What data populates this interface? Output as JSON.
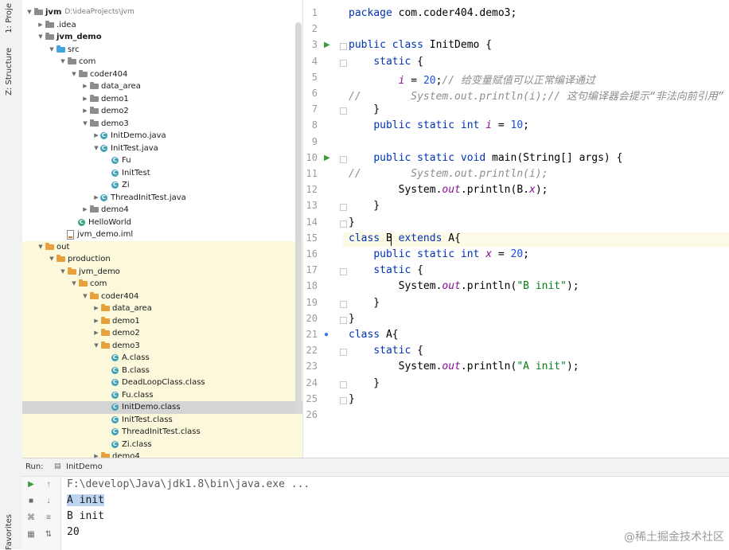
{
  "side_tabs": {
    "project": "1: Proje",
    "structure": "Z: Structure",
    "favorites": "Favorites"
  },
  "tree": [
    {
      "label": "jvm",
      "hint": "D:\\ideaProjects\\jvm",
      "indent": 0,
      "arrow": "down",
      "icon": "folder-gray",
      "bold": true
    },
    {
      "label": ".idea",
      "indent": 1,
      "arrow": "right",
      "icon": "folder-gray"
    },
    {
      "label": "jvm_demo",
      "indent": 1,
      "arrow": "down",
      "icon": "folder-gray",
      "bold": true
    },
    {
      "label": "src",
      "indent": 2,
      "arrow": "down",
      "icon": "folder-blue"
    },
    {
      "label": "com",
      "indent": 3,
      "arrow": "down",
      "icon": "folder-gray"
    },
    {
      "label": "coder404",
      "indent": 4,
      "arrow": "down",
      "icon": "folder-gray"
    },
    {
      "label": "data_area",
      "indent": 5,
      "arrow": "right",
      "icon": "folder-gray"
    },
    {
      "label": "demo1",
      "indent": 5,
      "arrow": "right",
      "icon": "folder-gray"
    },
    {
      "label": "demo2",
      "indent": 5,
      "arrow": "right",
      "icon": "folder-gray"
    },
    {
      "label": "demo3",
      "indent": 5,
      "arrow": "down",
      "icon": "folder-gray"
    },
    {
      "label": "InitDemo.java",
      "indent": 6,
      "arrow": "right",
      "icon": "class"
    },
    {
      "label": "InitTest.java",
      "indent": 6,
      "arrow": "down",
      "icon": "class"
    },
    {
      "label": "Fu",
      "indent": 7,
      "arrow": "",
      "icon": "class"
    },
    {
      "label": "InitTest",
      "indent": 7,
      "arrow": "",
      "icon": "class"
    },
    {
      "label": "Zi",
      "indent": 7,
      "arrow": "",
      "icon": "class"
    },
    {
      "label": "ThreadInitTest.java",
      "indent": 6,
      "arrow": "right",
      "icon": "class"
    },
    {
      "label": "demo4",
      "indent": 5,
      "arrow": "right",
      "icon": "folder-gray"
    },
    {
      "label": "HelloWorld",
      "indent": 4,
      "arrow": "",
      "icon": "class-green"
    },
    {
      "label": "jvm_demo.iml",
      "indent": 3,
      "arrow": "",
      "icon": "file"
    },
    {
      "label": "out",
      "indent": 1,
      "arrow": "down",
      "icon": "folder-orange",
      "out": true
    },
    {
      "label": "production",
      "indent": 2,
      "arrow": "down",
      "icon": "folder-orange",
      "out": true
    },
    {
      "label": "jvm_demo",
      "indent": 3,
      "arrow": "down",
      "icon": "folder-orange",
      "out": true
    },
    {
      "label": "com",
      "indent": 4,
      "arrow": "down",
      "icon": "folder-orange",
      "out": true
    },
    {
      "label": "coder404",
      "indent": 5,
      "arrow": "down",
      "icon": "folder-orange",
      "out": true
    },
    {
      "label": "data_area",
      "indent": 6,
      "arrow": "right",
      "icon": "folder-orange",
      "out": true
    },
    {
      "label": "demo1",
      "indent": 6,
      "arrow": "right",
      "icon": "folder-orange",
      "out": true
    },
    {
      "label": "demo2",
      "indent": 6,
      "arrow": "right",
      "icon": "folder-orange",
      "out": true
    },
    {
      "label": "demo3",
      "indent": 6,
      "arrow": "down",
      "icon": "folder-orange",
      "out": true
    },
    {
      "label": "A.class",
      "indent": 7,
      "arrow": "",
      "icon": "class",
      "out": true
    },
    {
      "label": "B.class",
      "indent": 7,
      "arrow": "",
      "icon": "class",
      "out": true
    },
    {
      "label": "DeadLoopClass.class",
      "indent": 7,
      "arrow": "",
      "icon": "class",
      "out": true
    },
    {
      "label": "Fu.class",
      "indent": 7,
      "arrow": "",
      "icon": "class",
      "out": true
    },
    {
      "label": "InitDemo.class",
      "indent": 7,
      "arrow": "",
      "icon": "class",
      "out": true,
      "selected": true
    },
    {
      "label": "InitTest.class",
      "indent": 7,
      "arrow": "",
      "icon": "class",
      "out": true
    },
    {
      "label": "ThreadInitTest.class",
      "indent": 7,
      "arrow": "",
      "icon": "class",
      "out": true
    },
    {
      "label": "Zi.class",
      "indent": 7,
      "arrow": "",
      "icon": "class",
      "out": true
    },
    {
      "label": "demo4",
      "indent": 6,
      "arrow": "right",
      "icon": "folder-orange",
      "out": true
    }
  ],
  "code": [
    {
      "n": "1",
      "t": [
        [
          "kw",
          "package "
        ],
        [
          "",
          "com.coder404.demo3;"
        ]
      ]
    },
    {
      "n": "2",
      "t": []
    },
    {
      "n": "3",
      "run": true,
      "t": [
        [
          "kw",
          "public class "
        ],
        [
          "",
          "InitDemo {"
        ]
      ]
    },
    {
      "n": "4",
      "t": [
        [
          "",
          "    "
        ],
        [
          "kw",
          "static "
        ],
        [
          "",
          "{"
        ]
      ]
    },
    {
      "n": "5",
      "t": [
        [
          "",
          "        "
        ],
        [
          "field",
          "i"
        ],
        [
          "",
          " = "
        ],
        [
          "num",
          "20"
        ],
        [
          "",
          ";"
        ],
        [
          "comment",
          "// 给变量赋值可以正常编译通过"
        ]
      ]
    },
    {
      "n": "6",
      "t": [
        [
          "comment",
          "//        System.out.println(i);// 这句编译器会提示“非法向前引用”"
        ]
      ]
    },
    {
      "n": "7",
      "t": [
        [
          "",
          "    }"
        ]
      ]
    },
    {
      "n": "8",
      "t": [
        [
          "",
          "    "
        ],
        [
          "kw",
          "public static int "
        ],
        [
          "field",
          "i"
        ],
        [
          "",
          " = "
        ],
        [
          "num",
          "10"
        ],
        [
          "",
          ";"
        ]
      ]
    },
    {
      "n": "9",
      "t": []
    },
    {
      "n": "10",
      "run": true,
      "t": [
        [
          "",
          "    "
        ],
        [
          "kw",
          "public static void "
        ],
        [
          "",
          "main(String[] args) {"
        ]
      ]
    },
    {
      "n": "11",
      "t": [
        [
          "comment",
          "//        System.out.println(i);"
        ]
      ]
    },
    {
      "n": "12",
      "t": [
        [
          "",
          "        System."
        ],
        [
          "field",
          "out"
        ],
        [
          "",
          ".println(B."
        ],
        [
          "field",
          "x"
        ],
        [
          "",
          ");"
        ]
      ]
    },
    {
      "n": "13",
      "t": [
        [
          "",
          "    }"
        ]
      ]
    },
    {
      "n": "14",
      "t": [
        [
          "",
          "}"
        ]
      ]
    },
    {
      "n": "15",
      "t": [
        [
          "kw",
          "class "
        ],
        [
          "",
          "B "
        ],
        [
          "kw",
          "extends "
        ],
        [
          "",
          "A{"
        ]
      ]
    },
    {
      "n": "16",
      "t": [
        [
          "",
          "    "
        ],
        [
          "kw",
          "public static int "
        ],
        [
          "field",
          "x"
        ],
        [
          "",
          " = "
        ],
        [
          "num",
          "20"
        ],
        [
          "",
          ";"
        ]
      ]
    },
    {
      "n": "17",
      "t": [
        [
          "",
          "    "
        ],
        [
          "kw",
          "static "
        ],
        [
          "",
          "{"
        ]
      ]
    },
    {
      "n": "18",
      "t": [
        [
          "",
          "        System."
        ],
        [
          "field",
          "out"
        ],
        [
          "",
          ".println("
        ],
        [
          "str",
          "\"B init\""
        ],
        [
          "",
          ");"
        ]
      ]
    },
    {
      "n": "19",
      "t": [
        [
          "",
          "    }"
        ]
      ]
    },
    {
      "n": "20",
      "t": [
        [
          "",
          "}"
        ]
      ]
    },
    {
      "n": "21",
      "marker": true,
      "t": [
        [
          "kw",
          "class "
        ],
        [
          "",
          "A{"
        ]
      ]
    },
    {
      "n": "22",
      "t": [
        [
          "",
          "    "
        ],
        [
          "kw",
          "static "
        ],
        [
          "",
          "{"
        ]
      ]
    },
    {
      "n": "23",
      "t": [
        [
          "",
          "        System."
        ],
        [
          "field",
          "out"
        ],
        [
          "",
          ".println("
        ],
        [
          "str",
          "\"A init\""
        ],
        [
          "",
          ");"
        ]
      ]
    },
    {
      "n": "24",
      "t": [
        [
          "",
          "    }"
        ]
      ]
    },
    {
      "n": "25",
      "t": [
        [
          "",
          "}"
        ]
      ]
    },
    {
      "n": "26",
      "t": []
    }
  ],
  "run": {
    "label": "Run:",
    "tab": "InitDemo",
    "console": [
      "F:\\develop\\Java\\jdk1.8\\bin\\java.exe ...",
      "A init",
      "B init",
      "20"
    ]
  },
  "watermark": "@稀土掘金技术社区"
}
